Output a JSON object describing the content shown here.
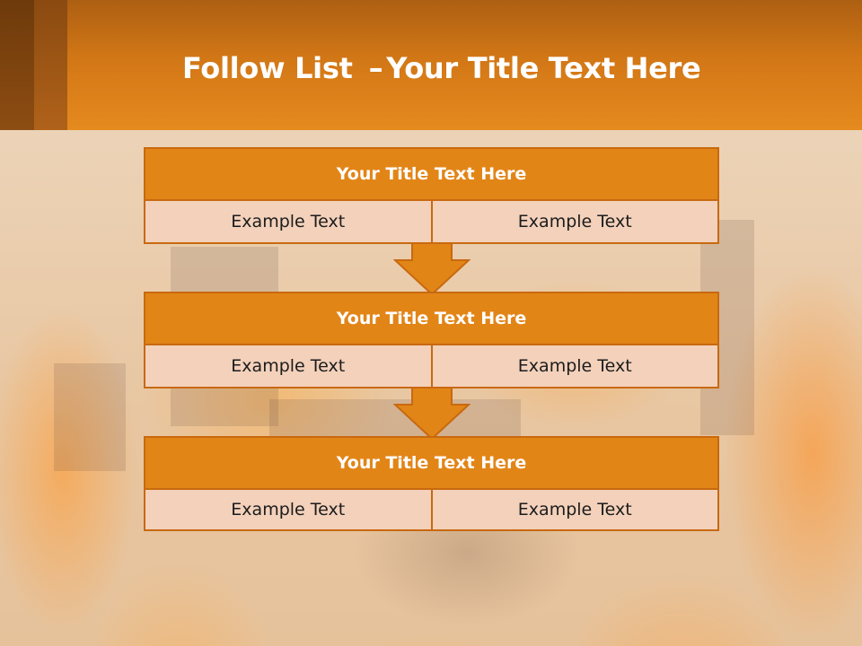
{
  "slide": {
    "title_bold": "Follow List",
    "title_dash": "–",
    "title_rest": "Your Title Text Here"
  },
  "blocks": [
    {
      "title": "Your Title Text Here",
      "left_text": "Example Text",
      "right_text": "Example Text"
    },
    {
      "title": "Your Title Text Here",
      "left_text": "Example Text",
      "right_text": "Example Text"
    },
    {
      "title": "Your Title Text Here",
      "left_text": "Example Text",
      "right_text": "Example Text"
    }
  ],
  "colors": {
    "header": "#e58a1e",
    "block_title": "#e28517",
    "block_cell": "#f3d1bb",
    "border": "#c8690f"
  },
  "icons": {
    "connector": "down-arrow-icon"
  }
}
